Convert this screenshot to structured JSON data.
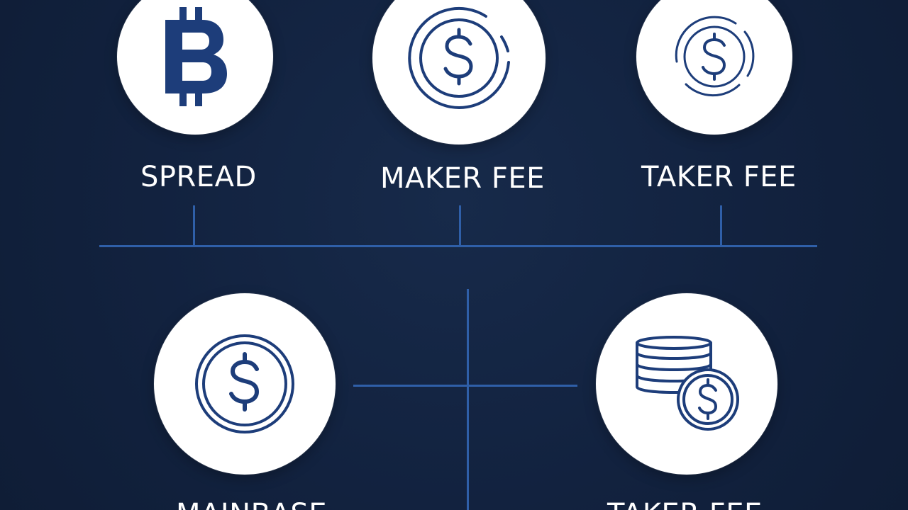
{
  "colors": {
    "background": "#12223f",
    "circle": "#ffffff",
    "icon": "#1d3d7a",
    "connector": "#2f5fa8",
    "label": "#ffffff"
  },
  "nodes": [
    {
      "id": "spread",
      "label": "SPREAD",
      "icon": "bitcoin-icon"
    },
    {
      "id": "maker-fee",
      "label": "MAKER FEE",
      "icon": "dollar-coin-double-ring-icon"
    },
    {
      "id": "taker-fee",
      "label": "TAKER FEE",
      "icon": "dollar-coin-broken-ring-icon"
    },
    {
      "id": "mainbase",
      "label": "MAINBASE",
      "icon": "dollar-coin-icon"
    },
    {
      "id": "taker-fee-2",
      "label": "TAKER FEE",
      "icon": "coin-stack-dollar-icon"
    }
  ]
}
